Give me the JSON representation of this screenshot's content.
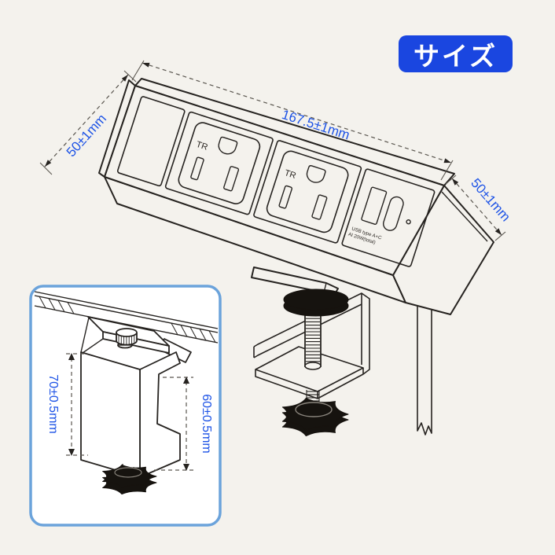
{
  "page": {
    "background_color": "#f4f2ed"
  },
  "badge": {
    "label": "サイズ",
    "background_color": "#1a46e0",
    "text_color": "#ffffff"
  },
  "main_diagram": {
    "dim_color": "#1d53e6",
    "dim_top": "167.5±1mm",
    "dim_left": "50±1mm",
    "dim_right": "50±1mm",
    "outlet_labels": [
      "TR",
      "TR"
    ],
    "usb_label_line1": "USB type A+C",
    "usb_label_line2": "AI 20W(total)"
  },
  "inset_diagram": {
    "border_color": "#6ba3db",
    "dim_color": "#1d53e6",
    "dim_outer_height": "70±0.5mm",
    "dim_opening_height": "60±0.5mm"
  }
}
